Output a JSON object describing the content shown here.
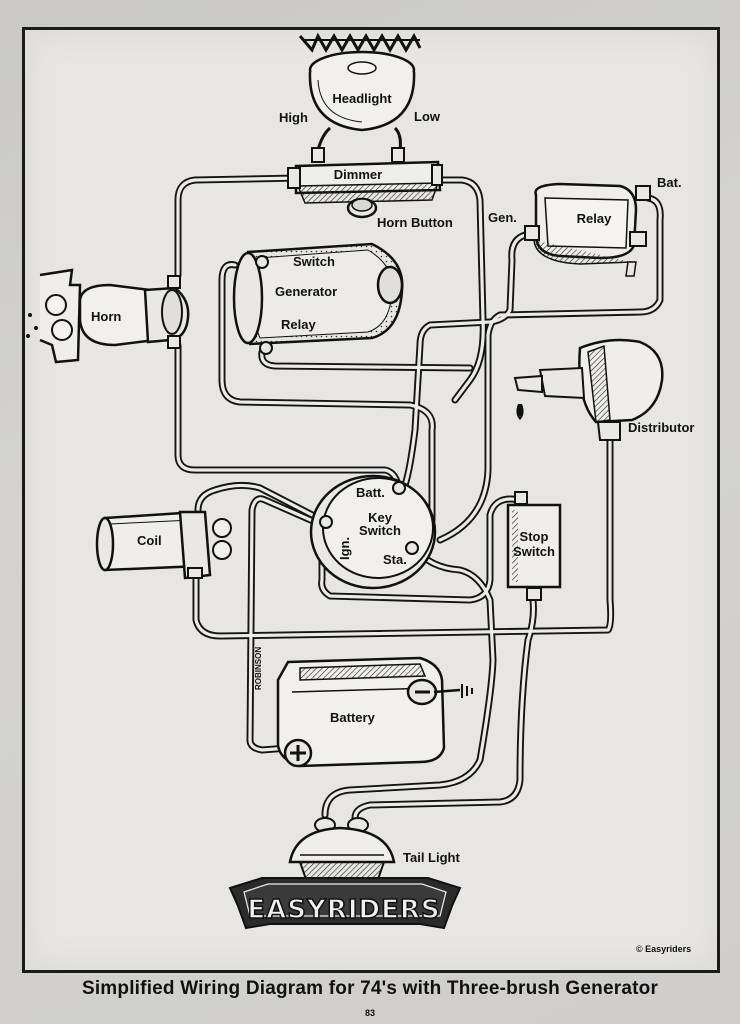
{
  "labels": {
    "headlight": "Headlight",
    "high": "High",
    "low": "Low",
    "dimmer": "Dimmer",
    "horn_button": "Horn Button",
    "gen": "Gen.",
    "relay": "Relay",
    "bat": "Bat.",
    "switch": "Switch",
    "generator": "Generator",
    "generator_relay": "Relay",
    "horn": "Horn",
    "distributor": "Distributor",
    "batt": "Batt.",
    "key_switch_line1": "Key",
    "key_switch_line2": "Switch",
    "ign": "Ign.",
    "sta": "Sta.",
    "coil": "Coil",
    "stop_switch_line1": "Stop",
    "stop_switch_line2": "Switch",
    "battery": "Battery",
    "tail_light": "Tail Light",
    "brand": "EASYRIDERS",
    "copyright": "© Easyriders",
    "artist": "ROBINSON"
  },
  "caption": "Simplified Wiring Diagram for 74's with Three-brush Generator",
  "page_number": "83"
}
